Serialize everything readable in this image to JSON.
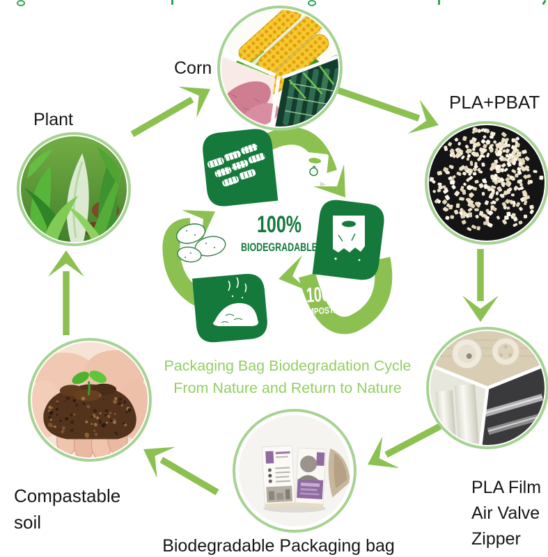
{
  "labels": {
    "corn": "Corn",
    "plant": "Plant",
    "pla_pbat": "PLA+PBAT",
    "film_1": "PLA Film",
    "film_2": "Air Valve",
    "film_3": "Zipper",
    "soil_1": "Compastable",
    "soil_2": "soil",
    "bag": "Biodegradable Packaging bag"
  },
  "center": {
    "bio_percent": "100%",
    "bio_word": "BIODEGRADABLE",
    "comp_percent": "100%",
    "comp_word": "COMPOSTABLE",
    "caption_1": "Packaging Bag Biodegradation Cycle",
    "caption_2": "From Nature and Return to Nature"
  },
  "icons": {
    "center_icons": [
      "corn-cobs-icon",
      "shopping-bag-recycle-icon",
      "torn-bag-icon",
      "potatoes-icon",
      "compost-pile-icon"
    ],
    "flow": "curved-green-arrow"
  },
  "colors": {
    "arrow_green": "#8cc152",
    "dark_green": "#15793b",
    "caption_green": "#93cf63",
    "ring_green": "#a6d293",
    "label_black": "#161616",
    "frag_green": "#2fa35a",
    "pellet_bg": "#141414"
  }
}
